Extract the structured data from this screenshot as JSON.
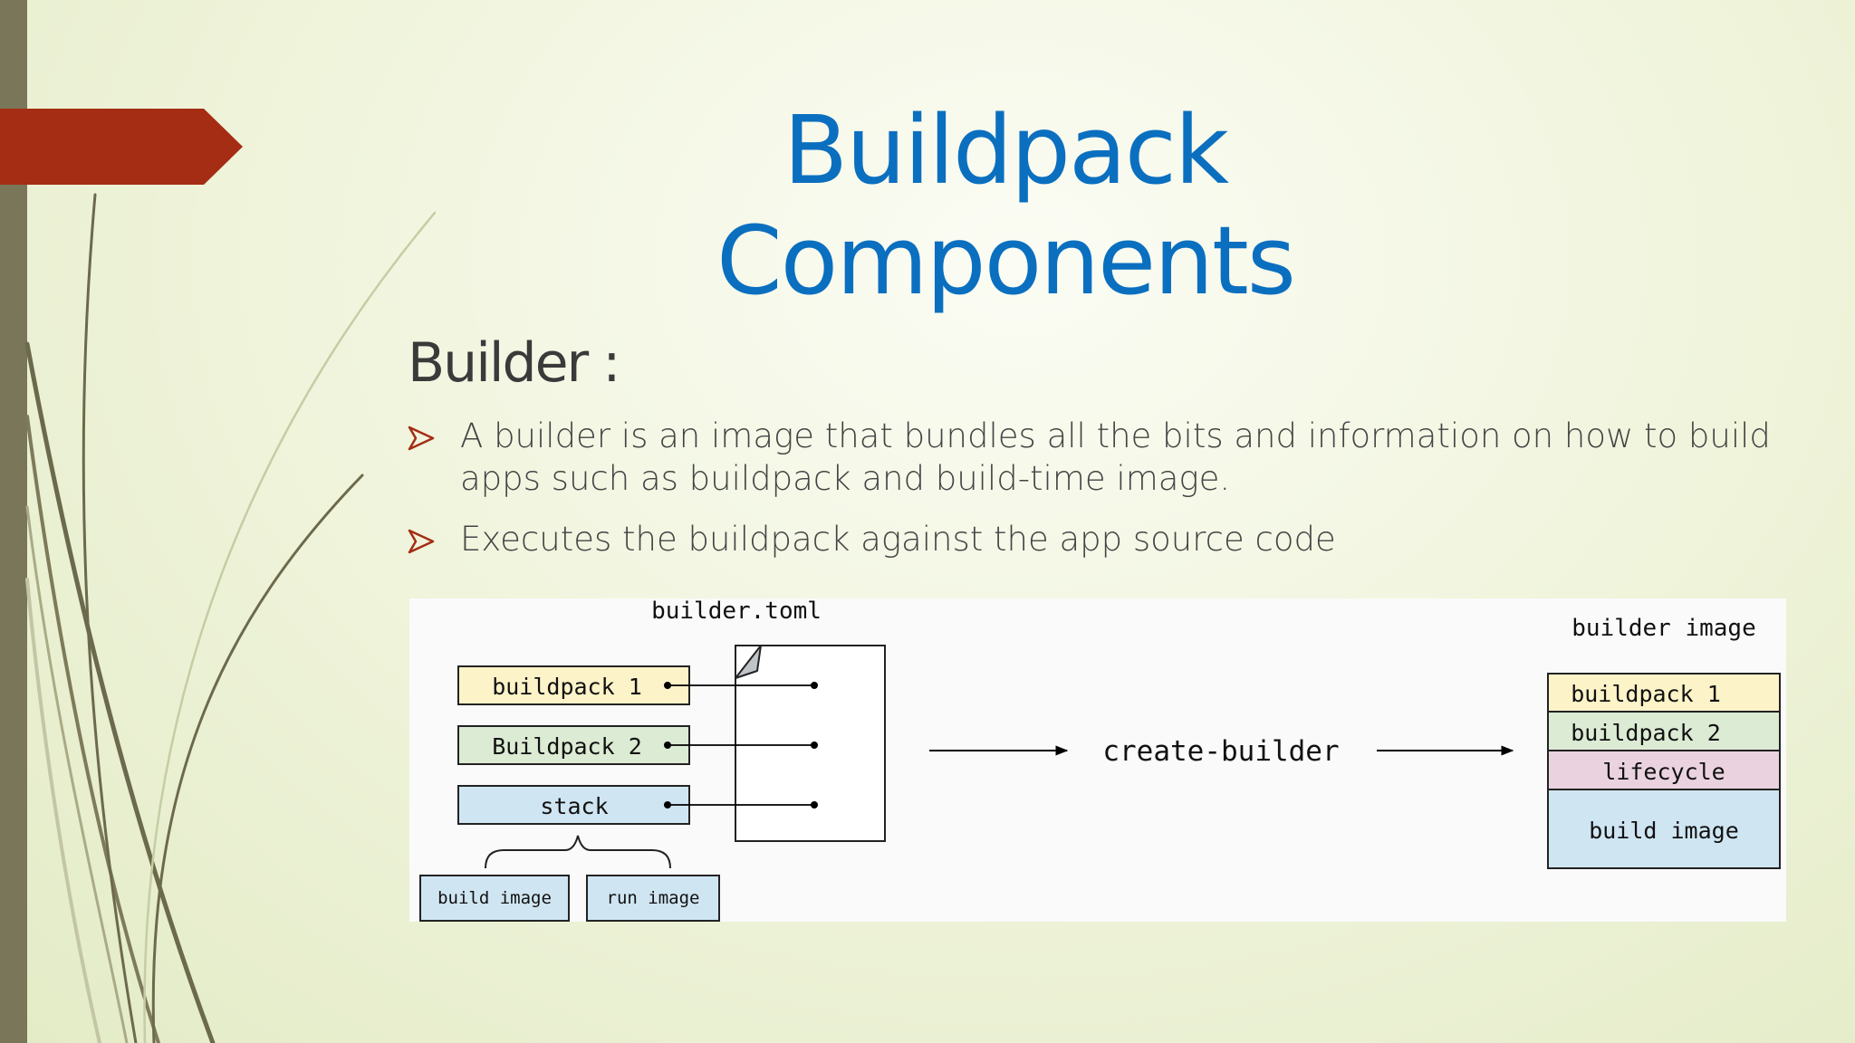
{
  "slide": {
    "title": "Buildpack Components",
    "subtitle": "Builder :",
    "bullets": [
      "A builder is an image that bundles all the bits and information on how to build apps such as buildpack and build-time image.",
      "Executes the buildpack against the app source code"
    ],
    "colors": {
      "title": "#0b6fc0",
      "accent_tab": "#a42d14",
      "left_bar": "#7a7659",
      "bullet_arrow": "#a42d14"
    }
  },
  "diagram": {
    "file_label": "builder.toml",
    "inputs": [
      {
        "label": "buildpack 1",
        "color": "#fdf3c8"
      },
      {
        "label": "Buildpack 2",
        "color": "#dcebd3"
      },
      {
        "label": "stack",
        "color": "#cfe5f2"
      }
    ],
    "stack_parts": [
      "build image",
      "run image"
    ],
    "action": "create-builder",
    "output_label": "builder image",
    "output_layers": [
      {
        "label": "buildpack 1",
        "color": "#fdf3c8"
      },
      {
        "label": "buildpack 2",
        "color": "#dcebd3"
      },
      {
        "label": "lifecycle",
        "color": "#ead3df"
      },
      {
        "label": "build image",
        "color": "#cfe5f2"
      }
    ]
  }
}
